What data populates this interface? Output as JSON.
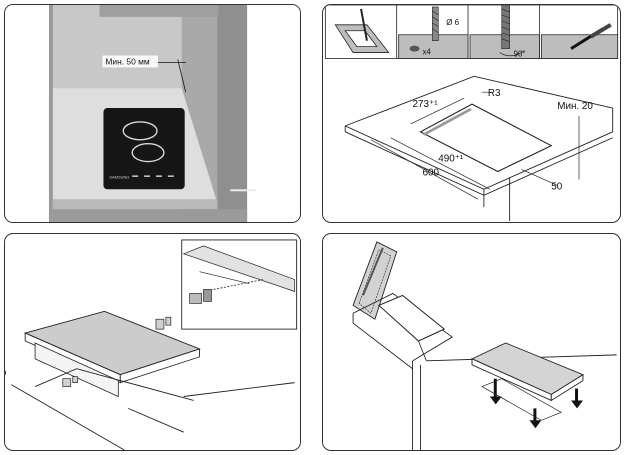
{
  "panel1": {
    "min_clearance_label": "Мин. 50 мм",
    "hob_brand": "SAMSUNG"
  },
  "panel2": {
    "screw_count": "x4",
    "drill_diameter": "Ø 6",
    "angle": "90°",
    "radius": "R3",
    "dim_depth_cutout": "273⁺¹",
    "dim_width_cutout": "490⁺¹",
    "dim_counter_depth": "600",
    "dim_front_offset": "50",
    "dim_min_thickness": "Мин. 20"
  },
  "panel3": {},
  "panel4": {}
}
